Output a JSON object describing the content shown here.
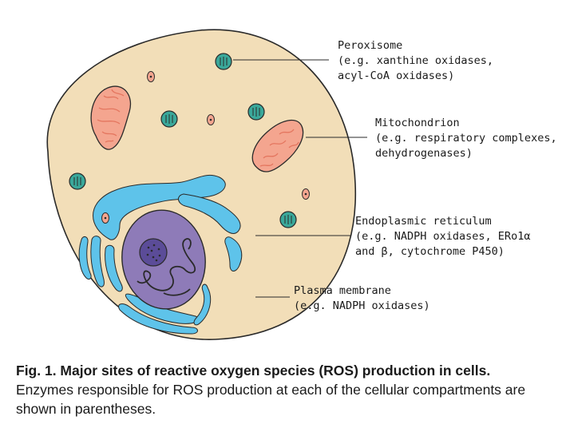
{
  "labels": {
    "peroxisome": {
      "name": "Peroxisome",
      "line1": "(e.g. xanthine oxidases,",
      "line2": "acyl-CoA oxidases)"
    },
    "mitochondrion": {
      "name": "Mitochondrion",
      "line1": "(e.g. respiratory complexes,",
      "line2": "dehydrogenases)"
    },
    "er": {
      "name": "Endoplasmic reticulum",
      "line1": "(e.g. NADPH oxidases, ERo1α",
      "line2": "and β, cytochrome P450)"
    },
    "membrane": {
      "name": "Plasma membrane",
      "line1": "(e.g. NADPH oxidases)"
    }
  },
  "caption": {
    "title": "Fig. 1. Major sites of reactive oxygen species (ROS) production in cells.",
    "text": "Enzymes responsible for ROS production at each of the cellular compartments are shown in parentheses."
  },
  "colors": {
    "cytoplasm": "#f2deb8",
    "nucleus": "#8e7bb8",
    "nucleolus": "#5b4c98",
    "er": "#5ec3ea",
    "mitochondrion": "#f4a58f",
    "mito_cristae": "#e4765f",
    "peroxisome": "#3aa89a",
    "vesicle": "#f4a58f",
    "outline": "#2a2a2a"
  }
}
